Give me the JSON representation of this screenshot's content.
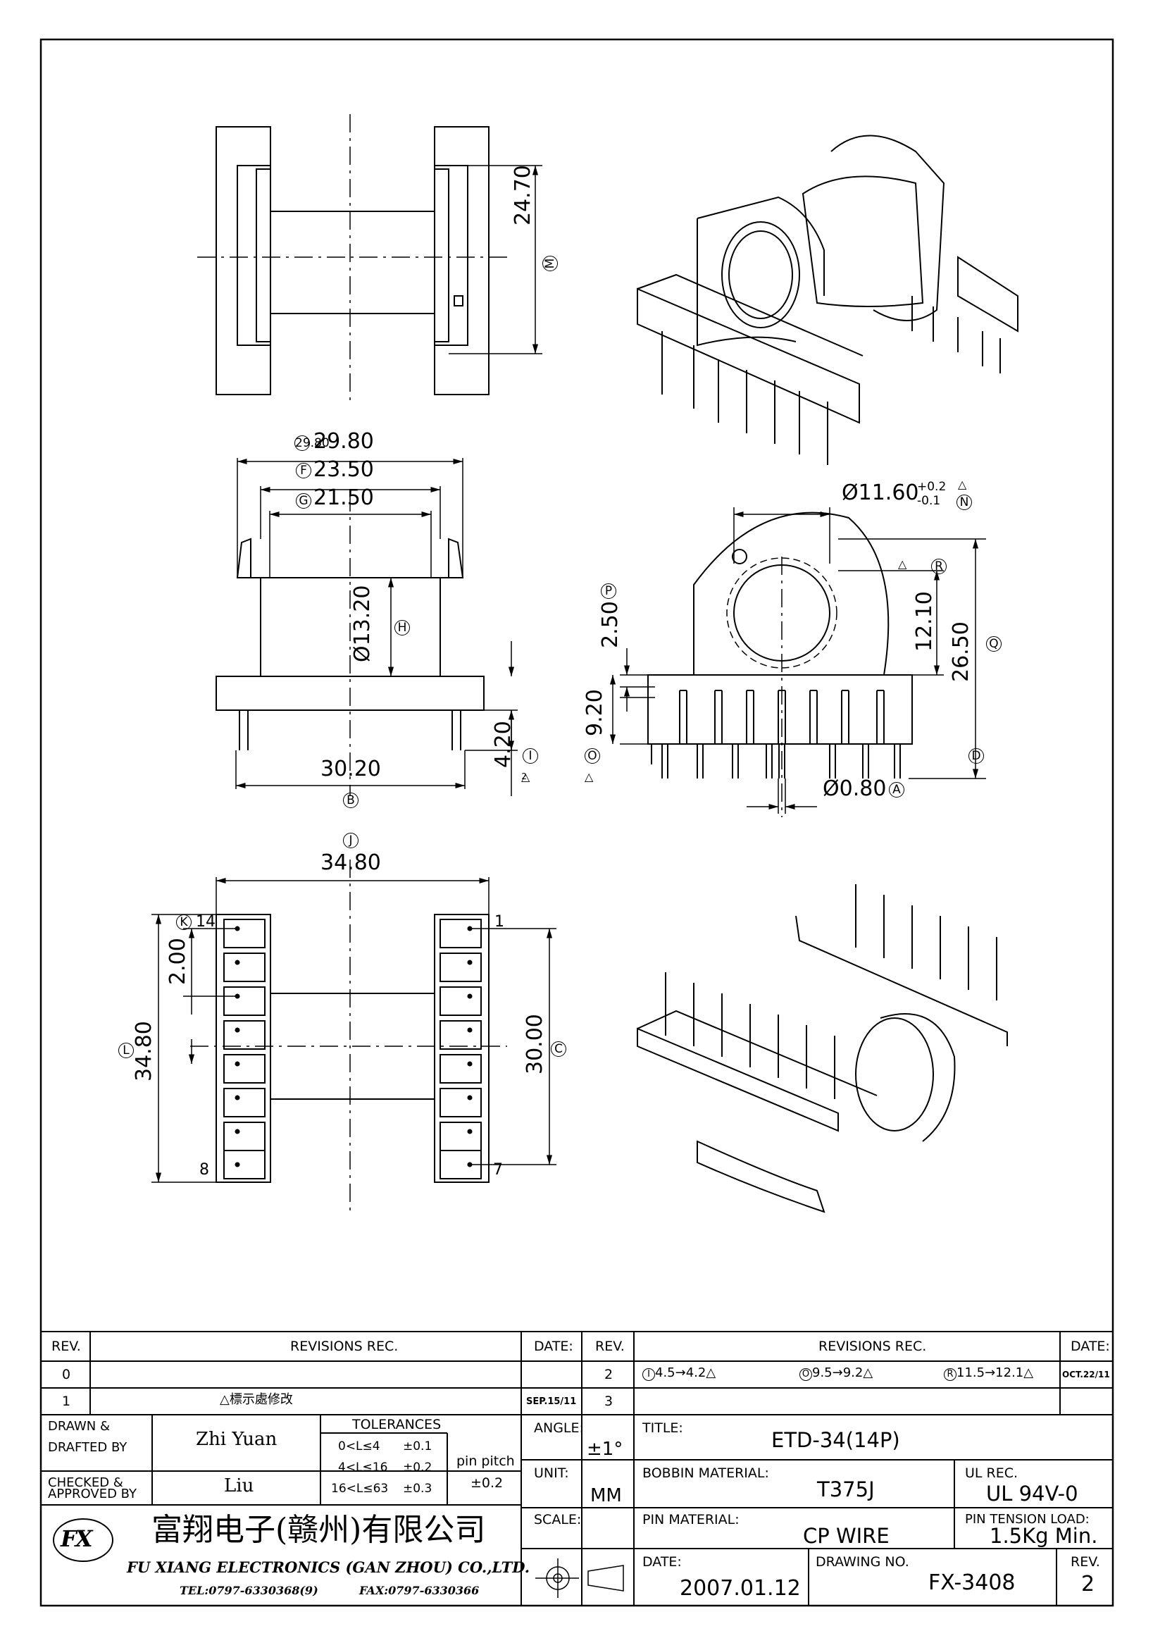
{
  "drawing": {
    "dims": {
      "d1": "24.70",
      "m": "M",
      "e": "29.80",
      "f": "23.50",
      "g": "21.50",
      "dia132": "Ø13.20",
      "h": "H",
      "b_val": "30.20",
      "b": "B",
      "i_val": "4.20",
      "i": "I",
      "tri2": "2",
      "dia116": "Ø11.60",
      "tol_p": "+0.2",
      "tol_m": "-0.1",
      "tri1": "1",
      "n": "N",
      "p_val": "2.50",
      "p": "P",
      "r": "R",
      "r_val": "12.10",
      "q_val": "26.50",
      "q": "Q",
      "o_val": "9.20",
      "o": "O",
      "d": "D",
      "dia08": "Ø0.80",
      "a": "A",
      "j": "J",
      "j_val": "34.80",
      "k": "K",
      "pin14": "14",
      "k_val": "2.00",
      "l": "L",
      "l_val": "34.80",
      "pin8": "8",
      "pin1": "1",
      "pin7": "7",
      "c_val": "30.00",
      "c": "C"
    }
  },
  "title_block": {
    "rev_hdr": "REV.",
    "revisions_hdr": "REVISIONS  REC.",
    "date_hdr": "DATE:",
    "rev_hdr2": "REV.",
    "revisions_hdr2": "REVISIONS  REC.",
    "date_hdr2": "DATE:",
    "rev0": "0",
    "rev1": "1",
    "rev1_text": "標示處修改",
    "rev1_date": "SEP.15/11",
    "rev2": "2",
    "rev2_i": "4.5→4.2",
    "rev2_o": "9.5→9.2",
    "rev2_r": "11.5→12.1",
    "rev2_date": "OCT.22/11",
    "rev3": "3",
    "drawn_label1": "DRAWN &",
    "drawn_label2": "DRAFTED BY",
    "drawn_name": "Zhi Yuan",
    "checked_label1": "CHECKED &",
    "checked_label2": "APPROVED BY",
    "checked_name": "Liu",
    "tol_title": "TOLERANCES",
    "tol1": "0<L≤4",
    "tol1v": "±0.1",
    "tol2": "4<L≤16",
    "tol2v": "±0.2",
    "tol3": "16<L≤63",
    "tol3v": "±0.3",
    "pin_pitch": "pin pitch",
    "pin_pitch_v": "±0.2",
    "angle_label": "ANGLE:",
    "angle_value": "±1°",
    "unit_label": "UNIT:",
    "unit_value": "MM",
    "scale_label": "SCALE:",
    "title_label": "TITLE:",
    "title_value": "ETD-34(14P)",
    "bobbin_label": "BOBBIN MATERIAL:",
    "bobbin_value": "T375J",
    "ul_label": "UL REC.",
    "ul_value": "UL 94V-0",
    "pinmat_label": "PIN MATERIAL:",
    "pinmat_value": "CP WIRE",
    "tension_label": "PIN TENSION LOAD:",
    "tension_value": "1.5Kg Min.",
    "date_label": "DATE:",
    "date_value": "2007.01.12",
    "drawno_label": "DRAWING NO.",
    "drawno_value": "FX-3408",
    "rev_label": "REV.",
    "rev_value": "2",
    "company_cn": "富翔电子(赣州)有限公司",
    "company_en": "FU XIANG ELECTRONICS (GAN ZHOU) CO.,LTD.",
    "tel": "TEL:0797-6330368(9)",
    "fax": "FAX:0797-6330366",
    "logo_text": "FX"
  }
}
